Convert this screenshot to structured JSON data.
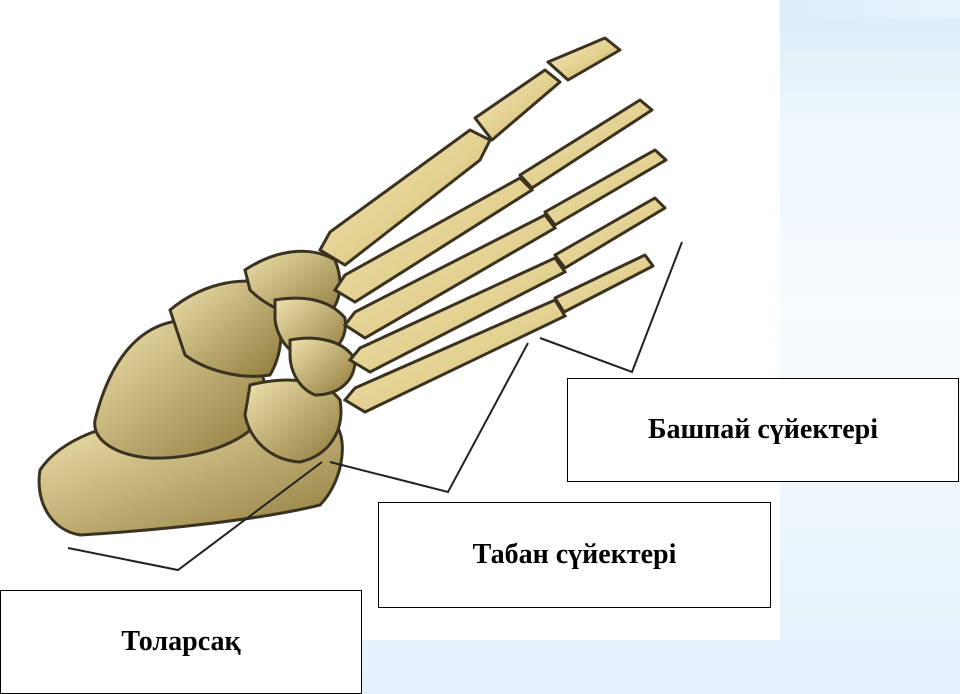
{
  "labels": {
    "phalanges": "Башпай сүйектері",
    "metatarsals": "Табан сүйектері",
    "tarsals": "Толарсақ"
  },
  "colors": {
    "bone_fill": "#e8d9a3",
    "bone_shadow": "#7a6a3a",
    "bone_outline": "#3b3220",
    "bracket_line": "#222222",
    "box_border": "#000000",
    "background_accent": "#7fbde6"
  }
}
